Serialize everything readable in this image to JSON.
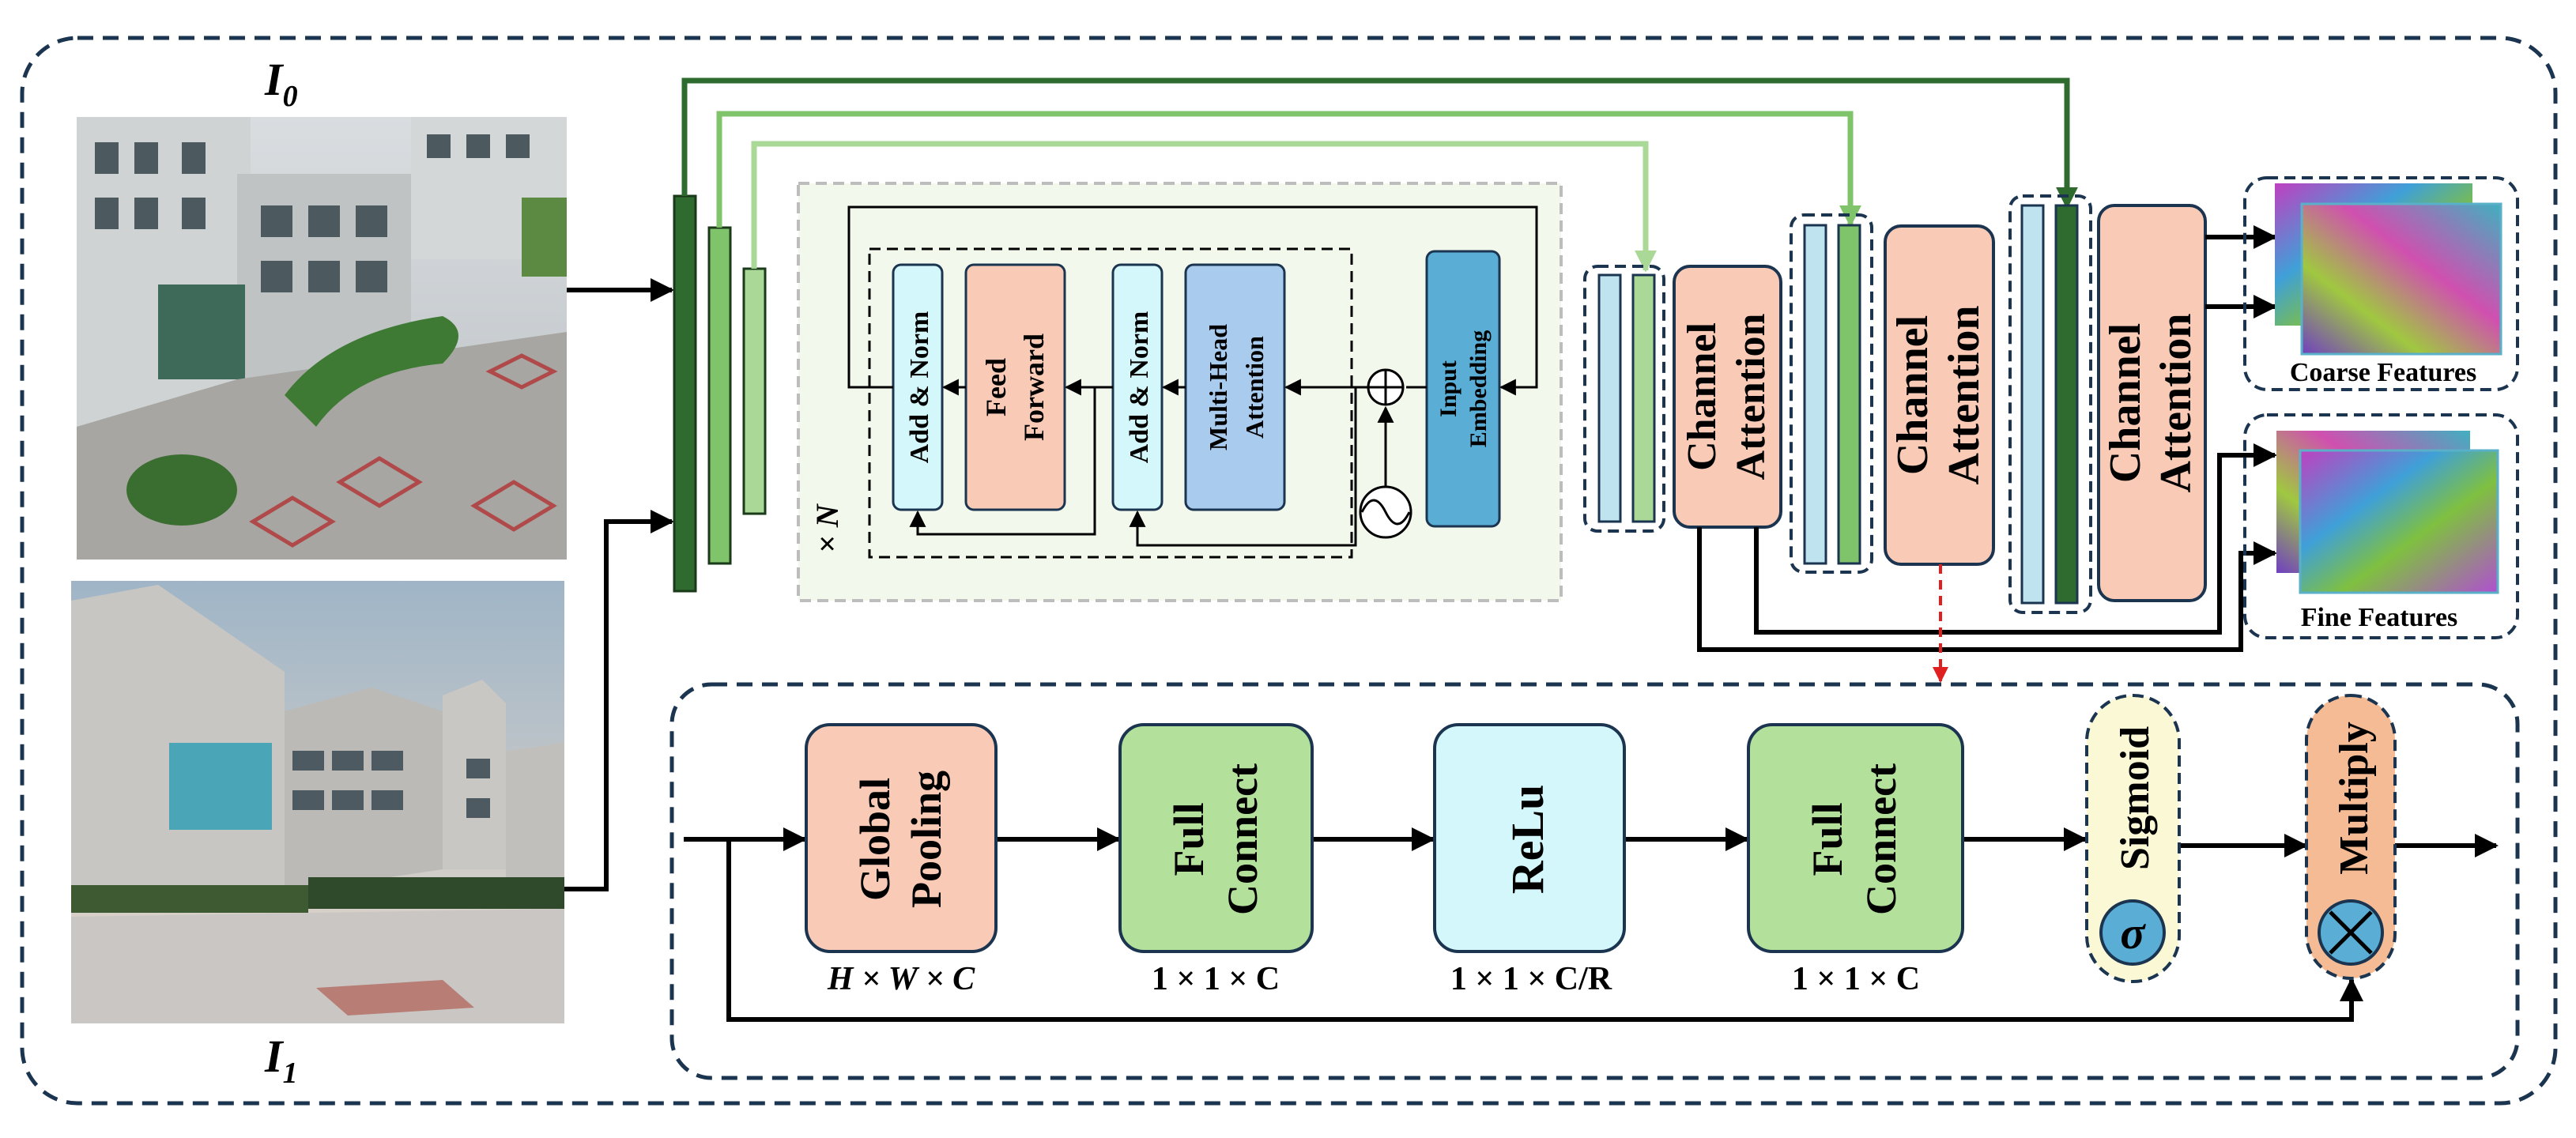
{
  "labels": {
    "image0": "I",
    "image0_sub": "0",
    "image1": "I",
    "image1_sub": "1",
    "repeat": "× N",
    "coarse_features": "Coarse Features",
    "fine_features": "Fine Features"
  },
  "transformer": {
    "add_norm_1": "Add & Norm",
    "feed_forward_line1": "Feed",
    "feed_forward_line2": "Forward",
    "add_norm_2": "Add & Norm",
    "mha_line1": "Multi-Head",
    "mha_line2": "Attention",
    "input_emb_line1": "Input",
    "input_emb_line2": "Embedding"
  },
  "channel_attention": {
    "line1": "Channel",
    "line2": "Attention"
  },
  "ca_detail": {
    "global_pooling_line1": "Global",
    "global_pooling_line2": "Pooling",
    "global_pooling_dims": "H × W × C",
    "fc1_line1": "Full",
    "fc1_line2": "Connect",
    "fc1_dims": "1 × 1 × C",
    "relu": "ReLu",
    "relu_dims": "1 × 1 × C/R",
    "fc2_line1": "Full",
    "fc2_line2": "Connect",
    "fc2_dims": "1 × 1 × C",
    "sigmoid": "Sigmoid",
    "sigma_symbol": "σ",
    "multiply": "Multiply",
    "times_symbol": "×"
  },
  "colors": {
    "dark_green": "#2f6b2f",
    "mid_green": "#7fc36a",
    "light_green": "#a9d897",
    "pale_blue": "#bfe3ef",
    "salmon": "#f9cbb7",
    "cyan_box": "#d4f7fb",
    "sky_blue": "#a9cbee",
    "steel_blue": "#5aaed6",
    "green_box": "#b3e09a",
    "yellow_box": "#fbf8d6",
    "orange_box": "#f4bb94",
    "navy": "#1b3550",
    "red_arrow": "#e02020"
  }
}
